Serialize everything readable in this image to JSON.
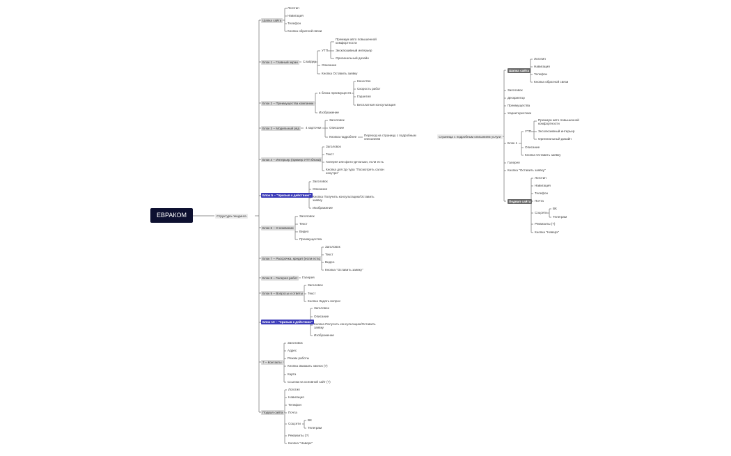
{
  "root": "ЕВРАКОМ",
  "structure_label": "Структура лендинга",
  "branches": [
    {
      "label": "Шапка сайта",
      "children": [
        "Логотип",
        "Навигация",
        "Телефон",
        "Кнопка обратной связи"
      ]
    },
    {
      "label": "Блок 1 – Главный экран",
      "child": "Слайдер",
      "sub": [
        "УТП",
        "Описание",
        "Кнопка Оставить заявку"
      ],
      "utp": [
        "Премиум авто повышенной комфортности",
        "Эксклюзивный интерьер",
        "Оригинальный дизайн"
      ]
    },
    {
      "label": "Блок 2 – Преимущества компании",
      "sub": [
        "4 блока преимуществ",
        "Изображение"
      ],
      "adv": [
        "Качество",
        "Скорость работ",
        "Гарантия",
        "Бесплатная консультация"
      ]
    },
    {
      "label": "Блок 3 – Модельный ряд",
      "child": "4 карточки",
      "sub": [
        "Заголовок",
        "Описание",
        "Кнопка подробнее"
      ],
      "more": "Переход на страницу с подробным описанием"
    },
    {
      "label": "Блок 4 – Интерьер (пример УТП блока)",
      "children": [
        "Заголовок",
        "Текст",
        "Галерея или фото-детальки, если есть",
        "Кнопка для 3д-тура \"Посмотреть салон изнутри\""
      ]
    },
    {
      "label": "Блок 5 – \"призыв к действию\"",
      "children": [
        "Заголовок",
        "Описание",
        "Кнопка Получить консультацию/Оставить заявку",
        "Изображение"
      ]
    },
    {
      "label": "Блок 6 – О компании",
      "children": [
        "Заголовок",
        "Текст",
        "Видео",
        "Преимущества"
      ]
    },
    {
      "label": "Блок 7 – Рассрочка, кредит (если есть)",
      "children": [
        "Заголовок",
        "Текст",
        "Видео",
        "Кнопка \"Оставить заявку\""
      ]
    },
    {
      "label": "Блок 8 – Галерея работ",
      "child": "Галерея"
    },
    {
      "label": "Блок 9 – Вопросы и ответы",
      "children": [
        "Заголовок",
        "Текст",
        "Кнопка Задать вопрос"
      ]
    },
    {
      "label": "Блок 10 – \"призыв к действию\"",
      "children": [
        "Заголовок",
        "Описание",
        "Кнопка Получить консультацию/Оставить заявку",
        "Изображение"
      ]
    },
    {
      "label": "7 – Контакты",
      "children": [
        "Заголовок",
        "Адрес",
        "Режим работы",
        "Кнопка Заказать звонок (?)",
        "Карта",
        "Ссылка на основной сайт (?)"
      ]
    },
    {
      "label": "Подвал сайта",
      "children": [
        "Логотип",
        "Навигация",
        "Телефон",
        "Почта",
        "Соцсети",
        "Реквизиты (?)",
        "Кнопка \"Наверх\""
      ],
      "social": [
        "ВК",
        "Телеграм"
      ]
    }
  ],
  "service_page": {
    "label": "Страница с подробным описанием услуги",
    "header": {
      "label": "Шапка сайта",
      "children": [
        "Логотип",
        "Навигация",
        "Телефон",
        "Кнопка обратной связи"
      ]
    },
    "items": [
      "Заголовок",
      "Дескриптор",
      "Преимущества",
      "Характеристики"
    ],
    "block1": {
      "label": "Блок 1",
      "sub": [
        "УТП",
        "Описание",
        "Кнопка Оставить заявку"
      ],
      "utp": [
        "Премиум авто повышенной комфортности",
        "Эксклюзивный интерьер",
        "Оригинальный дизайн"
      ]
    },
    "tail": [
      "Галерея",
      "Кнопка \"Оставить заявку\""
    ],
    "footer": {
      "label": "Подвал сайта",
      "children": [
        "Логотип",
        "Навигация",
        "Телефон",
        "Почта",
        "Соцсети",
        "Реквизиты (?)",
        "Кнопка \"Наверх\""
      ],
      "social": [
        "ВК",
        "Телеграм"
      ]
    }
  }
}
